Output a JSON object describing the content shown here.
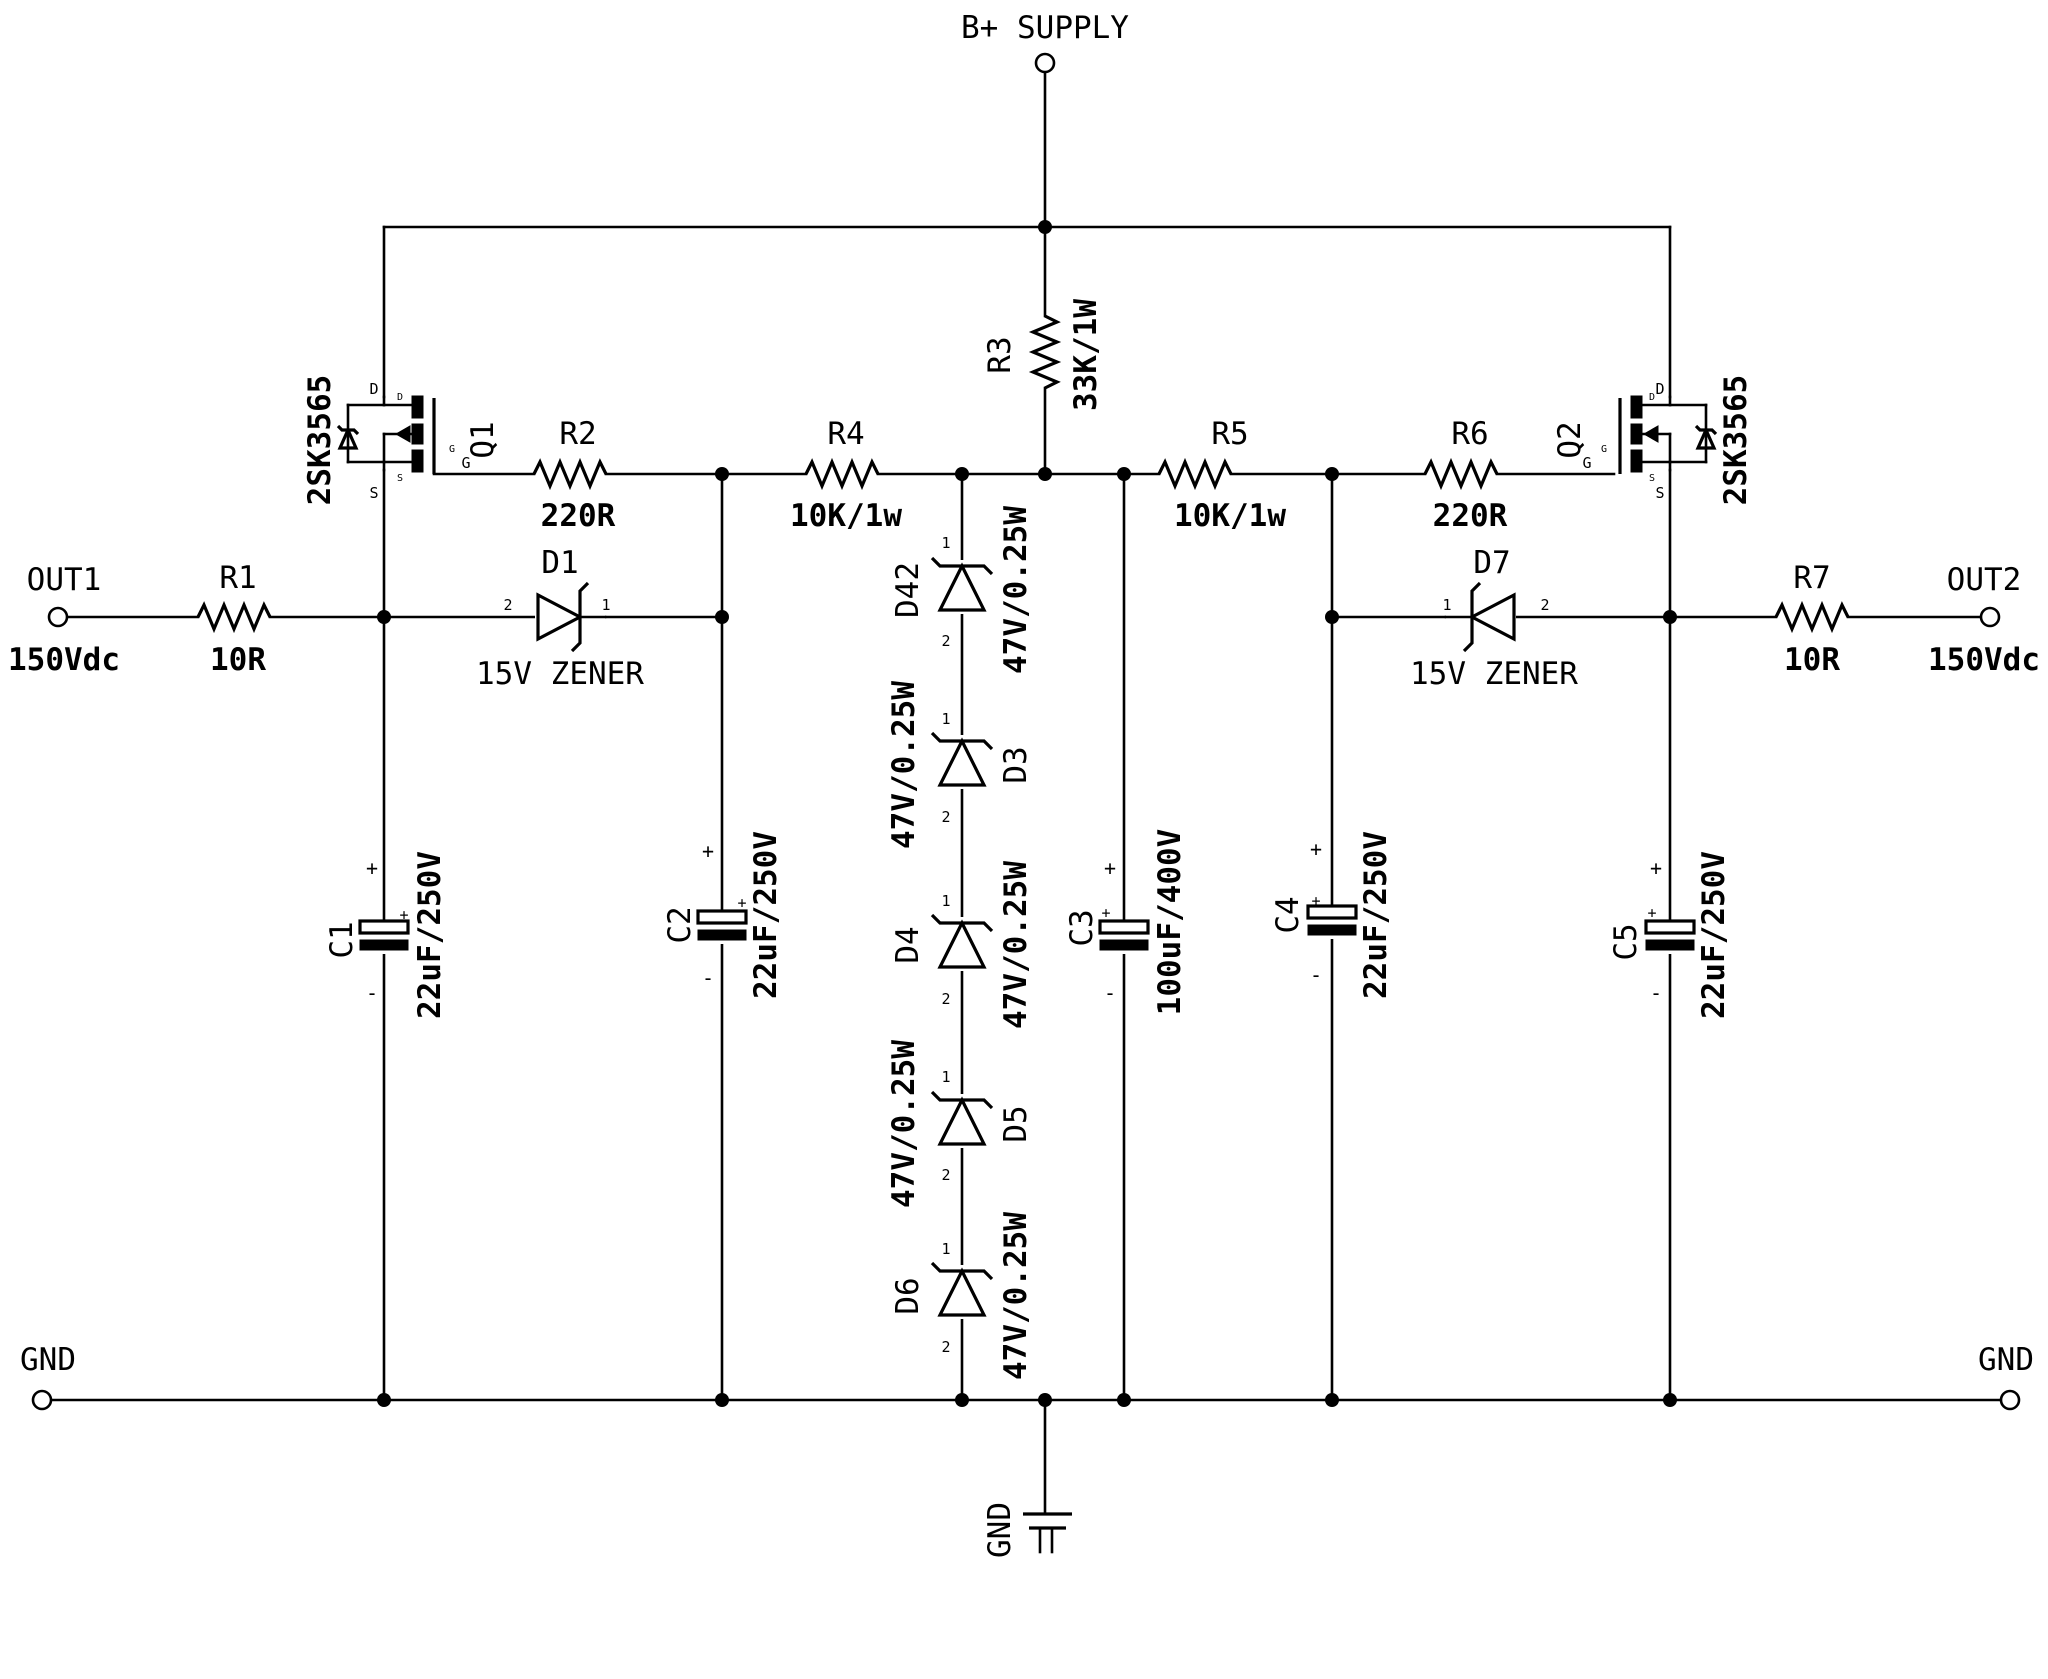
{
  "supply": {
    "label": "B+ SUPPLY"
  },
  "outputs": {
    "out1": {
      "name": "OUT1",
      "voltage": "150Vdc"
    },
    "out2": {
      "name": "OUT2",
      "voltage": "150Vdc"
    }
  },
  "ground": {
    "left": "GND",
    "right": "GND",
    "symbol": "GND"
  },
  "mosfets": {
    "q1": {
      "ref": "Q1",
      "part": "2SK3565",
      "drain": "D",
      "source": "S",
      "gate": "G",
      "d_small": "D",
      "s_small": "S",
      "g_small": "G"
    },
    "q2": {
      "ref": "Q2",
      "part": "2SK3565",
      "drain": "D",
      "source": "S",
      "gate": "G",
      "d_small": "D",
      "s_small": "S",
      "g_small": "G"
    }
  },
  "resistors": {
    "r1": {
      "ref": "R1",
      "value": "10R"
    },
    "r2": {
      "ref": "R2",
      "value": "220R"
    },
    "r3": {
      "ref": "R3",
      "value": "33K/1W"
    },
    "r4": {
      "ref": "R4",
      "value": "10K/1w"
    },
    "r5": {
      "ref": "R5",
      "value": "10K/1w"
    },
    "r6": {
      "ref": "R6",
      "value": "220R"
    },
    "r7": {
      "ref": "R7",
      "value": "10R"
    }
  },
  "diodes": {
    "d1": {
      "ref": "D1",
      "value": "15V ZENER",
      "pin_a": "2",
      "pin_k": "1"
    },
    "d7": {
      "ref": "D7",
      "value": "15V ZENER",
      "pin_a": "2",
      "pin_k": "1"
    },
    "d42": {
      "ref": "D42",
      "value": "47V/0.25W",
      "pin_top": "1",
      "pin_bot": "2"
    },
    "d3": {
      "ref": "D3",
      "value": "47V/0.25W",
      "pin_top": "1",
      "pin_bot": "2"
    },
    "d4": {
      "ref": "D4",
      "value": "47V/0.25W",
      "pin_top": "1",
      "pin_bot": "2"
    },
    "d5": {
      "ref": "D5",
      "value": "47V/0.25W",
      "pin_top": "1",
      "pin_bot": "2"
    },
    "d6": {
      "ref": "D6",
      "value": "47V/0.25W",
      "pin_top": "1",
      "pin_bot": "2"
    }
  },
  "capacitors": {
    "c1": {
      "ref": "C1",
      "value": "22uF/250V",
      "plus": "+",
      "minus": "-"
    },
    "c2": {
      "ref": "C2",
      "value": "22uF/250V",
      "plus": "+",
      "minus": "-"
    },
    "c3": {
      "ref": "C3",
      "value": "100uF/400V",
      "plus": "+",
      "minus": "-"
    },
    "c4": {
      "ref": "C4",
      "value": "22uF/250V",
      "plus": "+",
      "minus": "-"
    },
    "c5": {
      "ref": "C5",
      "value": "22uF/250V",
      "plus": "+",
      "minus": "-"
    }
  }
}
